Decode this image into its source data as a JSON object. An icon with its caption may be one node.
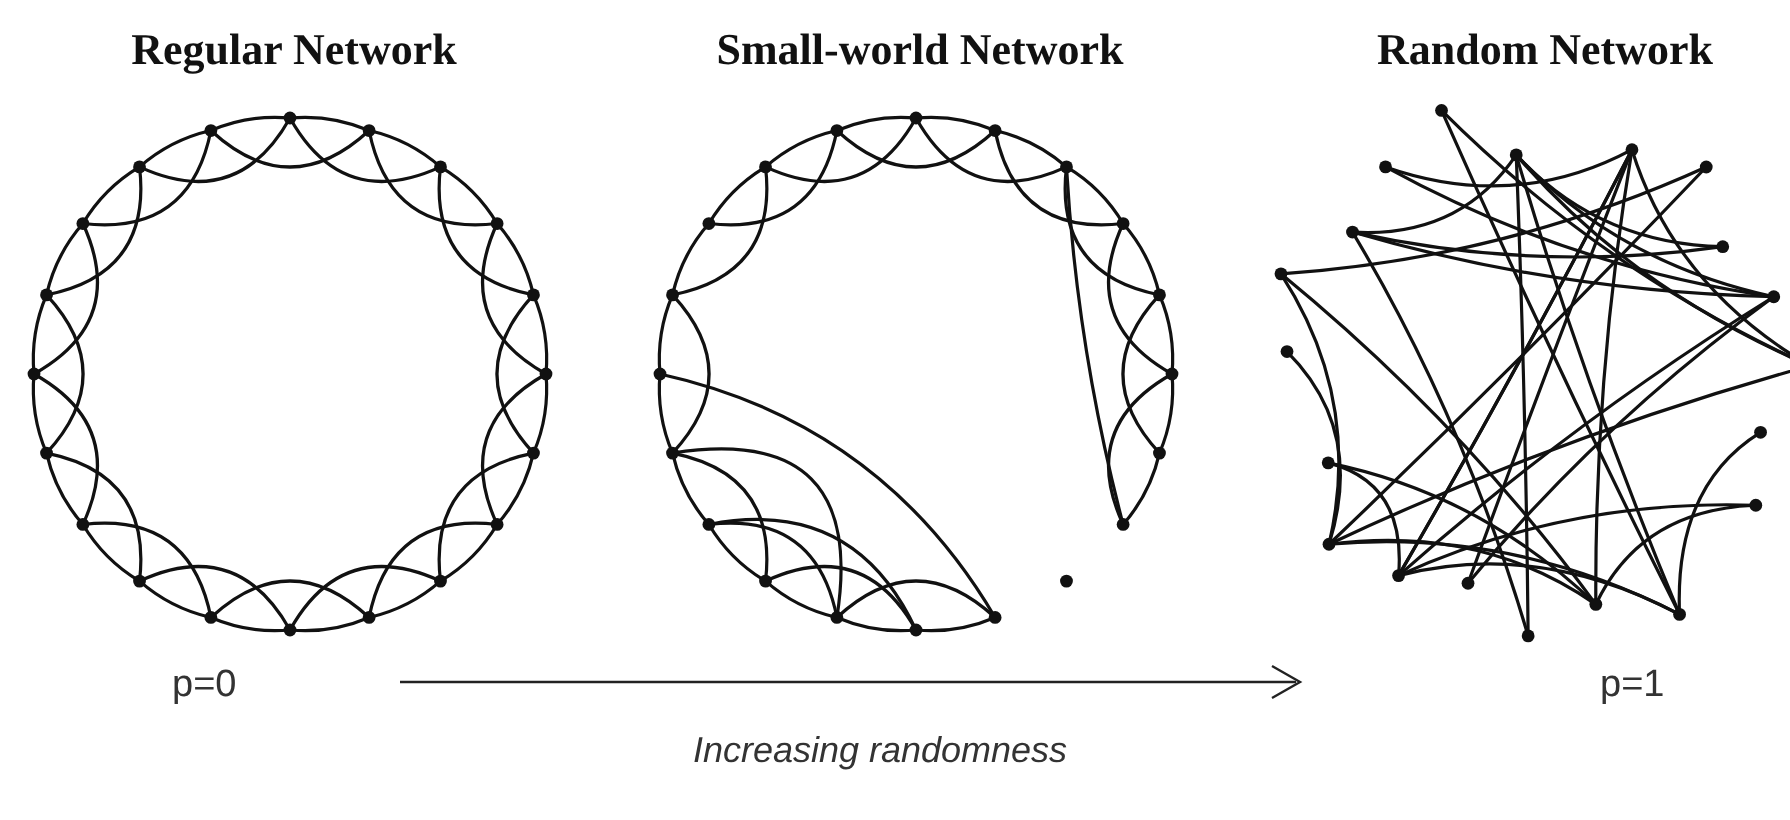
{
  "diagram": {
    "labels": [
      "Regular Network",
      "Small-world Network",
      "Random Network",
      "p=0",
      "p=1",
      "Increasing randomness"
    ]
  }
}
